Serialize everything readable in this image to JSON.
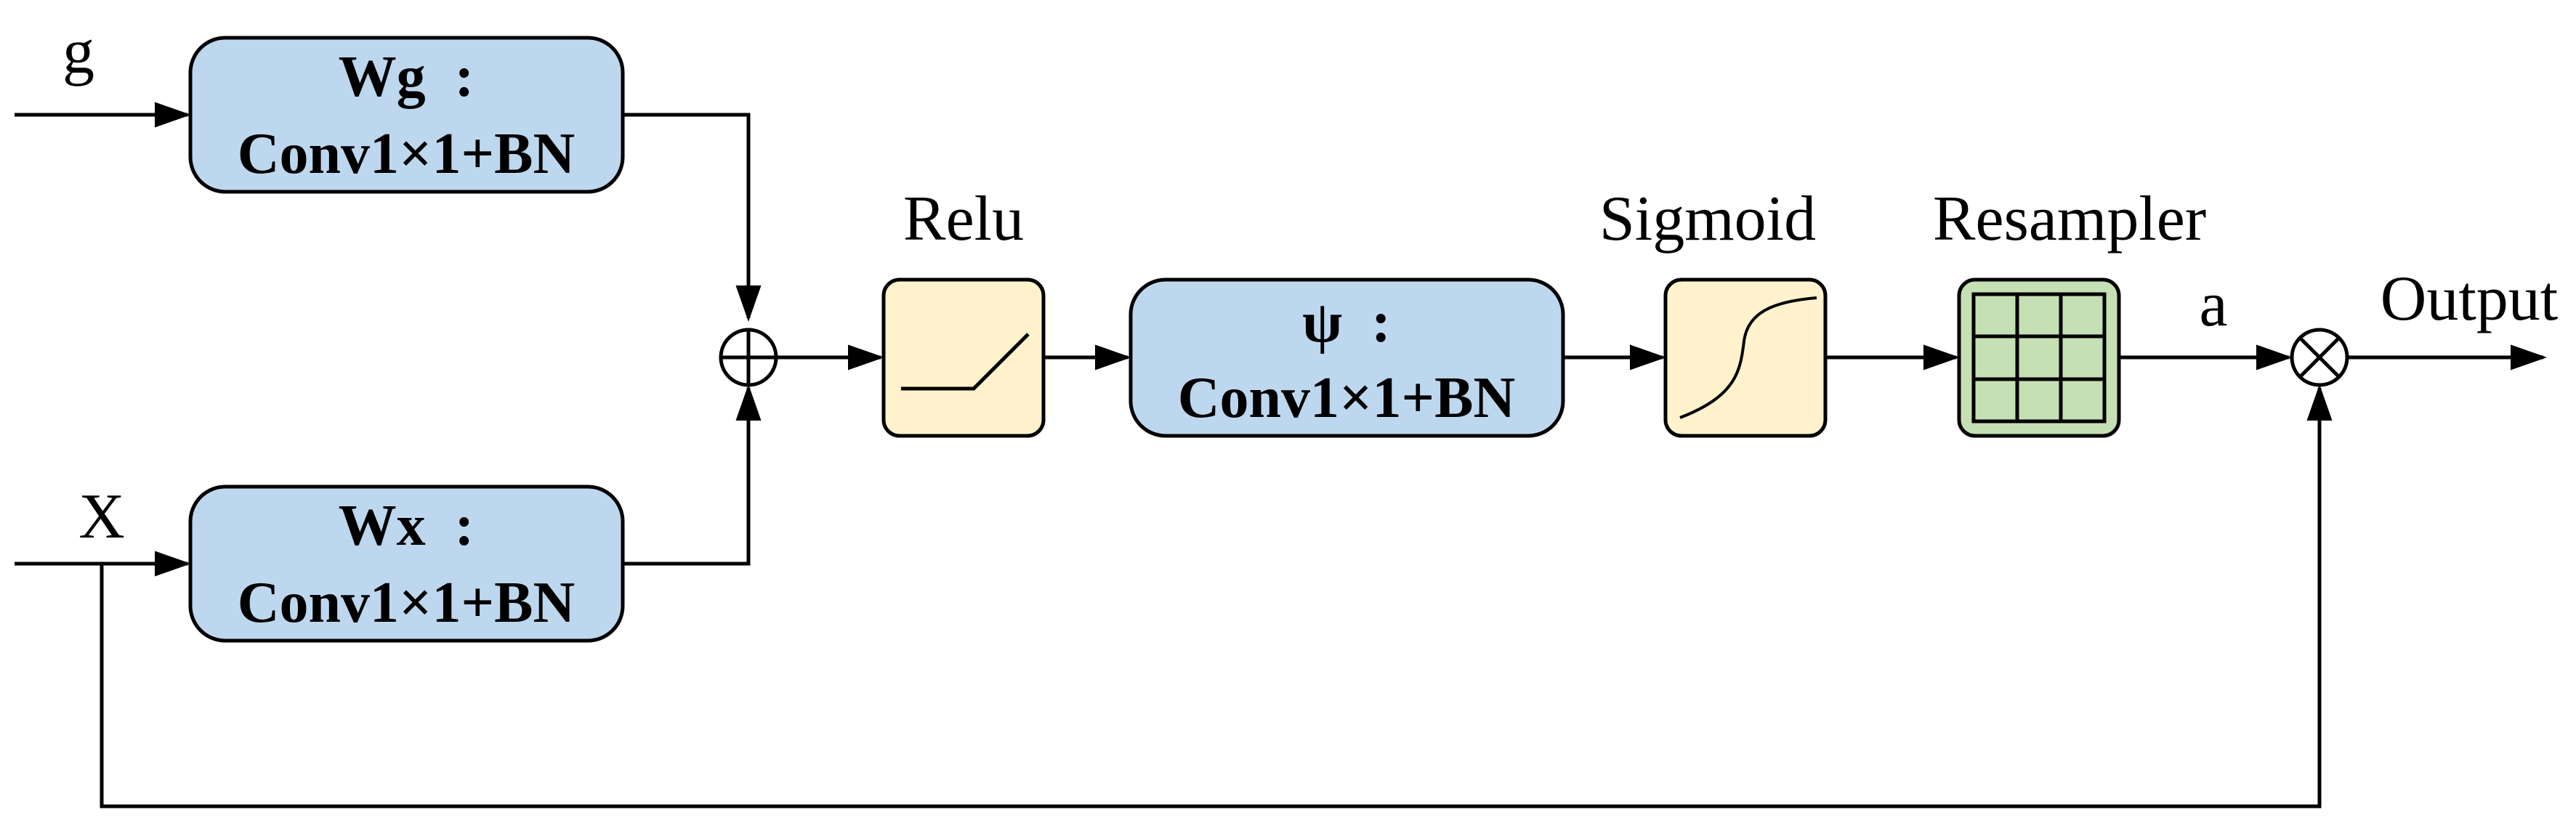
{
  "inputs": {
    "g_label": "g",
    "x_label": "X"
  },
  "boxes": {
    "wg": {
      "line1": "Wg  :",
      "line2": "Conv1×1+BN"
    },
    "wx": {
      "line1": "Wx  :",
      "line2": "Conv1×1+BN"
    },
    "psi": {
      "line1": "ψ  :",
      "line2": "Conv1×1+BN"
    }
  },
  "stages": {
    "relu_label": "Relu",
    "sigmoid_label": "Sigmoid",
    "resampler_label": "Resampler"
  },
  "signals": {
    "a_label": "a",
    "output_label": "Output"
  },
  "icons": {
    "adder": "circle-plus-icon",
    "multiplier": "circle-times-icon",
    "relu": "relu-curve-icon",
    "sigmoid": "sigmoid-curve-icon",
    "resampler": "grid-icon"
  },
  "colors": {
    "conv_box_fill": "#bdd7ee",
    "activation_box_fill": "#fff2cc",
    "resampler_box_fill": "#c5e0b4",
    "stroke": "#000000"
  }
}
